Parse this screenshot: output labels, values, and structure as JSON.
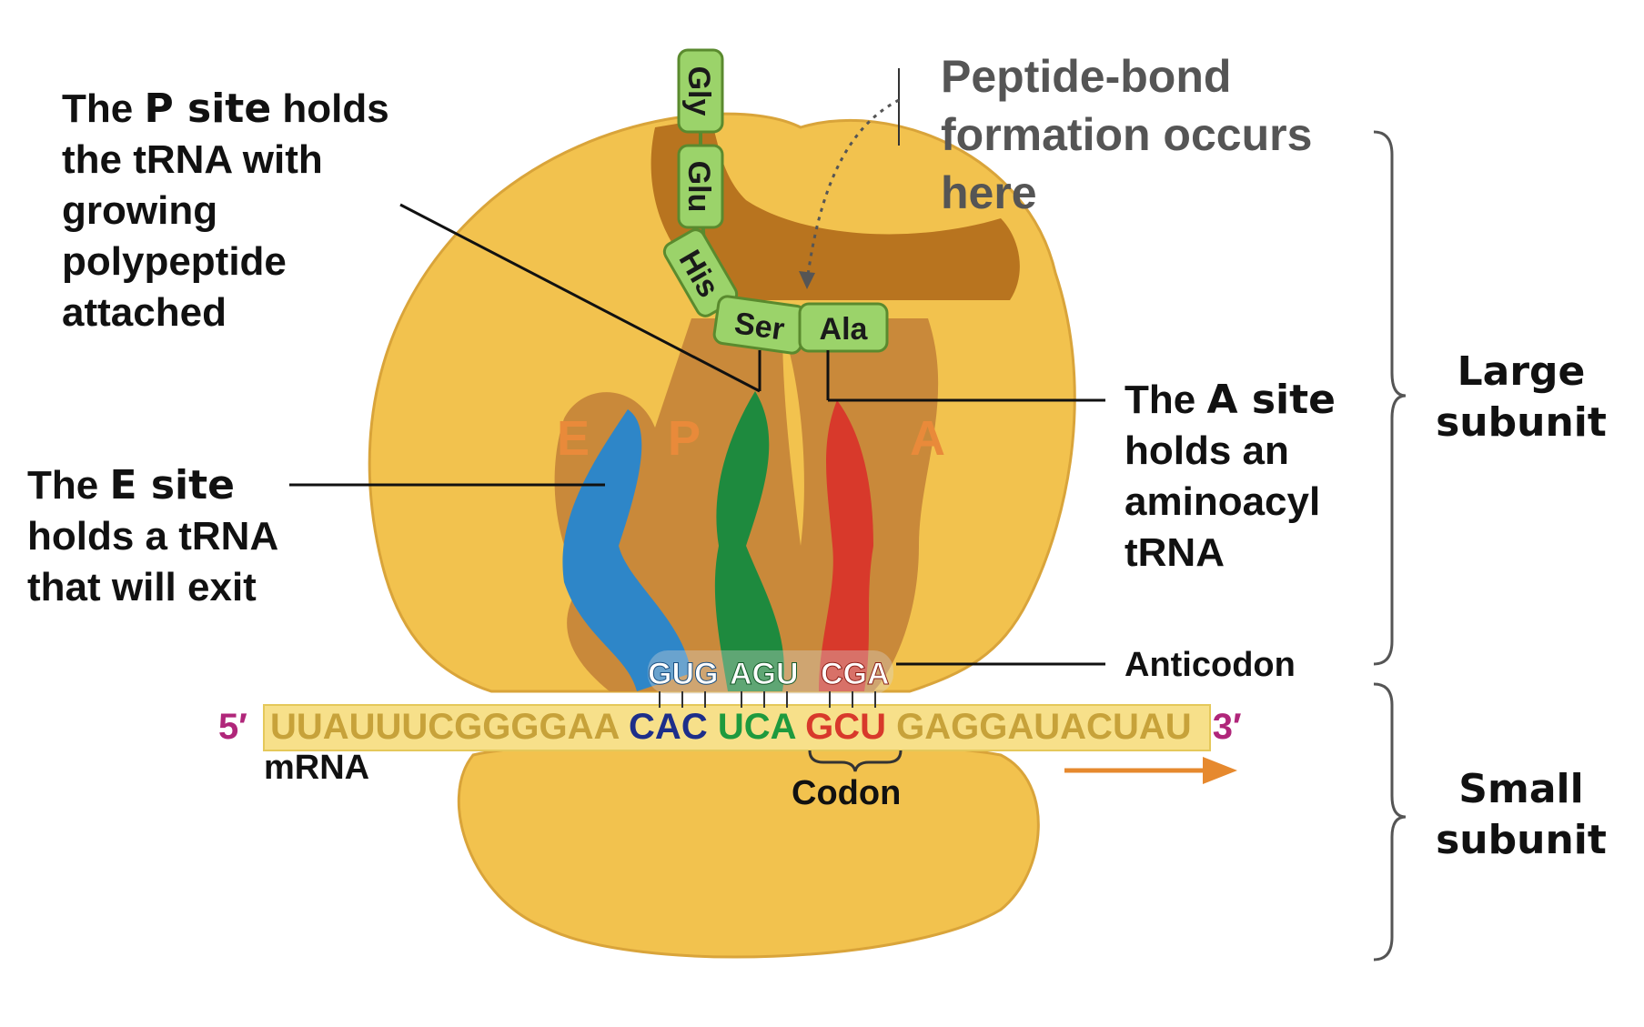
{
  "labels": {
    "p_site": {
      "pre": "The ",
      "bold": "P site",
      "post": " holds",
      "lines": [
        "the tRNA with",
        "growing",
        "polypeptide",
        "attached"
      ]
    },
    "e_site": {
      "pre": "The ",
      "bold": "E site",
      "lines": [
        "holds a tRNA",
        "that will exit"
      ]
    },
    "a_site": {
      "pre": "The ",
      "bold": "A site",
      "lines": [
        "holds an",
        "aminoacyl",
        "tRNA"
      ]
    },
    "peptide_bond": [
      "Peptide-bond",
      "formation occurs",
      "here"
    ],
    "anticodon": "Anticodon",
    "codon": "Codon",
    "mrna": "mRNA",
    "large_subunit": [
      "Large",
      "subunit"
    ],
    "small_subunit": [
      "Small",
      "subunit"
    ]
  },
  "sites": {
    "e": "E",
    "p": "P",
    "a": "A"
  },
  "amino_acids": [
    "Gly",
    "Glu",
    "His",
    "Ser",
    "Ala"
  ],
  "mrna_seq": {
    "five_prime": "5′",
    "three_prime": "3′",
    "left": "UUAUUUCGGGGAA",
    "e_codon": "CAC",
    "p_codon": "UCA",
    "a_codon": "GCU",
    "right": "GAGGAUACUAU"
  },
  "anticodons": {
    "e": "GUG",
    "p": "AGU",
    "a": "CGA"
  },
  "colors": {
    "ribosome": "#F2C24E",
    "ribosome_dark": "#B8741F",
    "trna_e": "#2E86C8",
    "trna_p": "#1E8A3E",
    "trna_a": "#D8392B",
    "amino_acid_fill": "#9BD36A",
    "site_letter": "#E98A3A",
    "prime": "#B0267A",
    "arrow": "#E6892E"
  }
}
